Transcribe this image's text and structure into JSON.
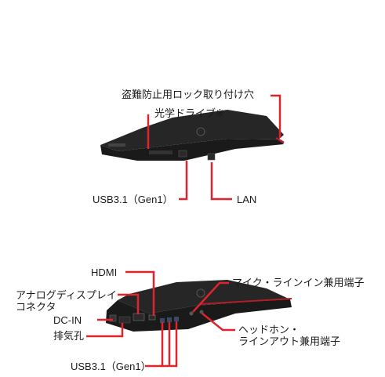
{
  "top": {
    "labels": {
      "lock_hole": "盗難防止用ロック取り付け穴",
      "optical_drive": "光学ドライブ※",
      "usb": "USB3.1（Gen1）",
      "lan": "LAN"
    }
  },
  "bottom": {
    "labels": {
      "hdmi": "HDMI",
      "analog_display": "アナログディスプレイ\nコネクタ",
      "dc_in": "DC-IN",
      "exhaust": "排気孔",
      "usb": "USB3.1（Gen1）",
      "mic_in": "マイク・ラインイン兼用端子",
      "headphone_out": "ヘッドホン・\nラインアウト兼用端子"
    }
  },
  "colors": {
    "callout_line": "#e0242e",
    "laptop_body": "#1c1c1c",
    "accent_stripe": "#b01e26"
  }
}
